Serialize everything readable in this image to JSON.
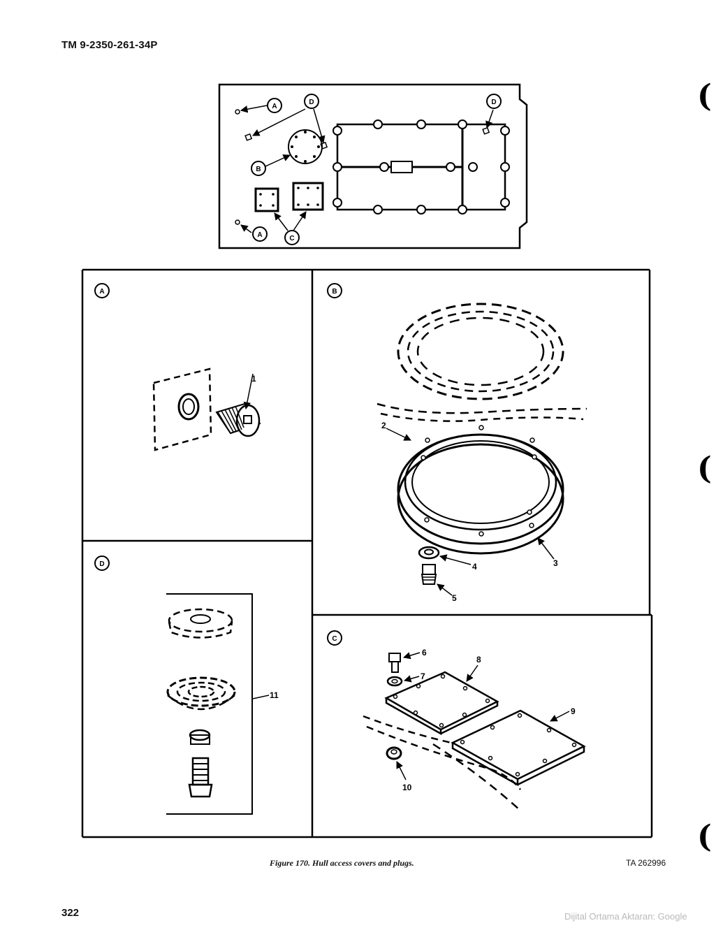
{
  "header": {
    "doc_id": "TM 9-2350-261-34P"
  },
  "footer": {
    "page_number": "322",
    "caption": "Figure 170.  Hull access covers and plugs.",
    "ta_number": "TA 262996",
    "watermark": "Dijital Ortama Aktaran: Google"
  },
  "locator": {
    "labels": {
      "a1": "A",
      "a2": "A",
      "b": "B",
      "c": "C",
      "d1": "D",
      "d2": "D"
    }
  },
  "panels": {
    "a": {
      "label": "A",
      "callouts": {
        "c1": "1"
      }
    },
    "b": {
      "label": "B",
      "callouts": {
        "c2": "2",
        "c3": "3",
        "c4": "4",
        "c5": "5"
      }
    },
    "c": {
      "label": "C",
      "callouts": {
        "c6": "6",
        "c7": "7",
        "c8": "8",
        "c9": "9",
        "c10": "10"
      }
    },
    "d": {
      "label": "D",
      "callouts": {
        "c11": "11"
      }
    }
  }
}
